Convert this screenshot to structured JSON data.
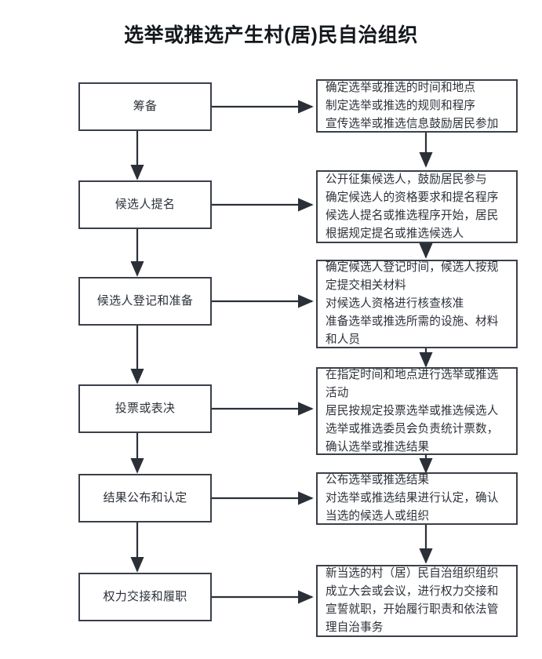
{
  "page": {
    "title": "选举或推选产生村(居)民自治组织",
    "background_color": "#ffffff",
    "border_color": "#3a4049",
    "text_color": "#2c3138"
  },
  "flow": {
    "steps": [
      {
        "id": "step-1",
        "label": "筹备",
        "detail": "确定选举或推选的时间和地点\n制定选举或推选的规则和程序\n宣传选举或推选信息鼓励居民参加"
      },
      {
        "id": "step-2",
        "label": "候选人提名",
        "detail": "公开征集候选人，鼓励居民参与\n确定候选人的资格要求和提名程序\n候选人提名或推选程序开始，居民\n根据规定提名或推选候选人"
      },
      {
        "id": "step-3",
        "label": "候选人登记和准备",
        "detail": "确定候选人登记时间，候选人按规\n定提交相关材料\n对候选人资格进行核查核准\n准备选举或推选所需的设施、材料\n和人员"
      },
      {
        "id": "step-4",
        "label": "投票或表决",
        "detail": "在指定时间和地点进行选举或推选\n活动\n居民按规定投票选举或推选候选人\n选举或推选委员会负责统计票数，\n确认选举或推选结果"
      },
      {
        "id": "step-5",
        "label": "结果公布和认定",
        "detail": "公布选举或推选结果\n对选举或推选结果进行认定，确认\n当选的候选人或组织"
      },
      {
        "id": "step-6",
        "label": "权力交接和履职",
        "detail": "新当选的村（居）民自治组织组织\n成立大会或会议，进行权力交接和\n宣誓就职，开始履行职责和依法管\n理自治事务"
      }
    ]
  }
}
